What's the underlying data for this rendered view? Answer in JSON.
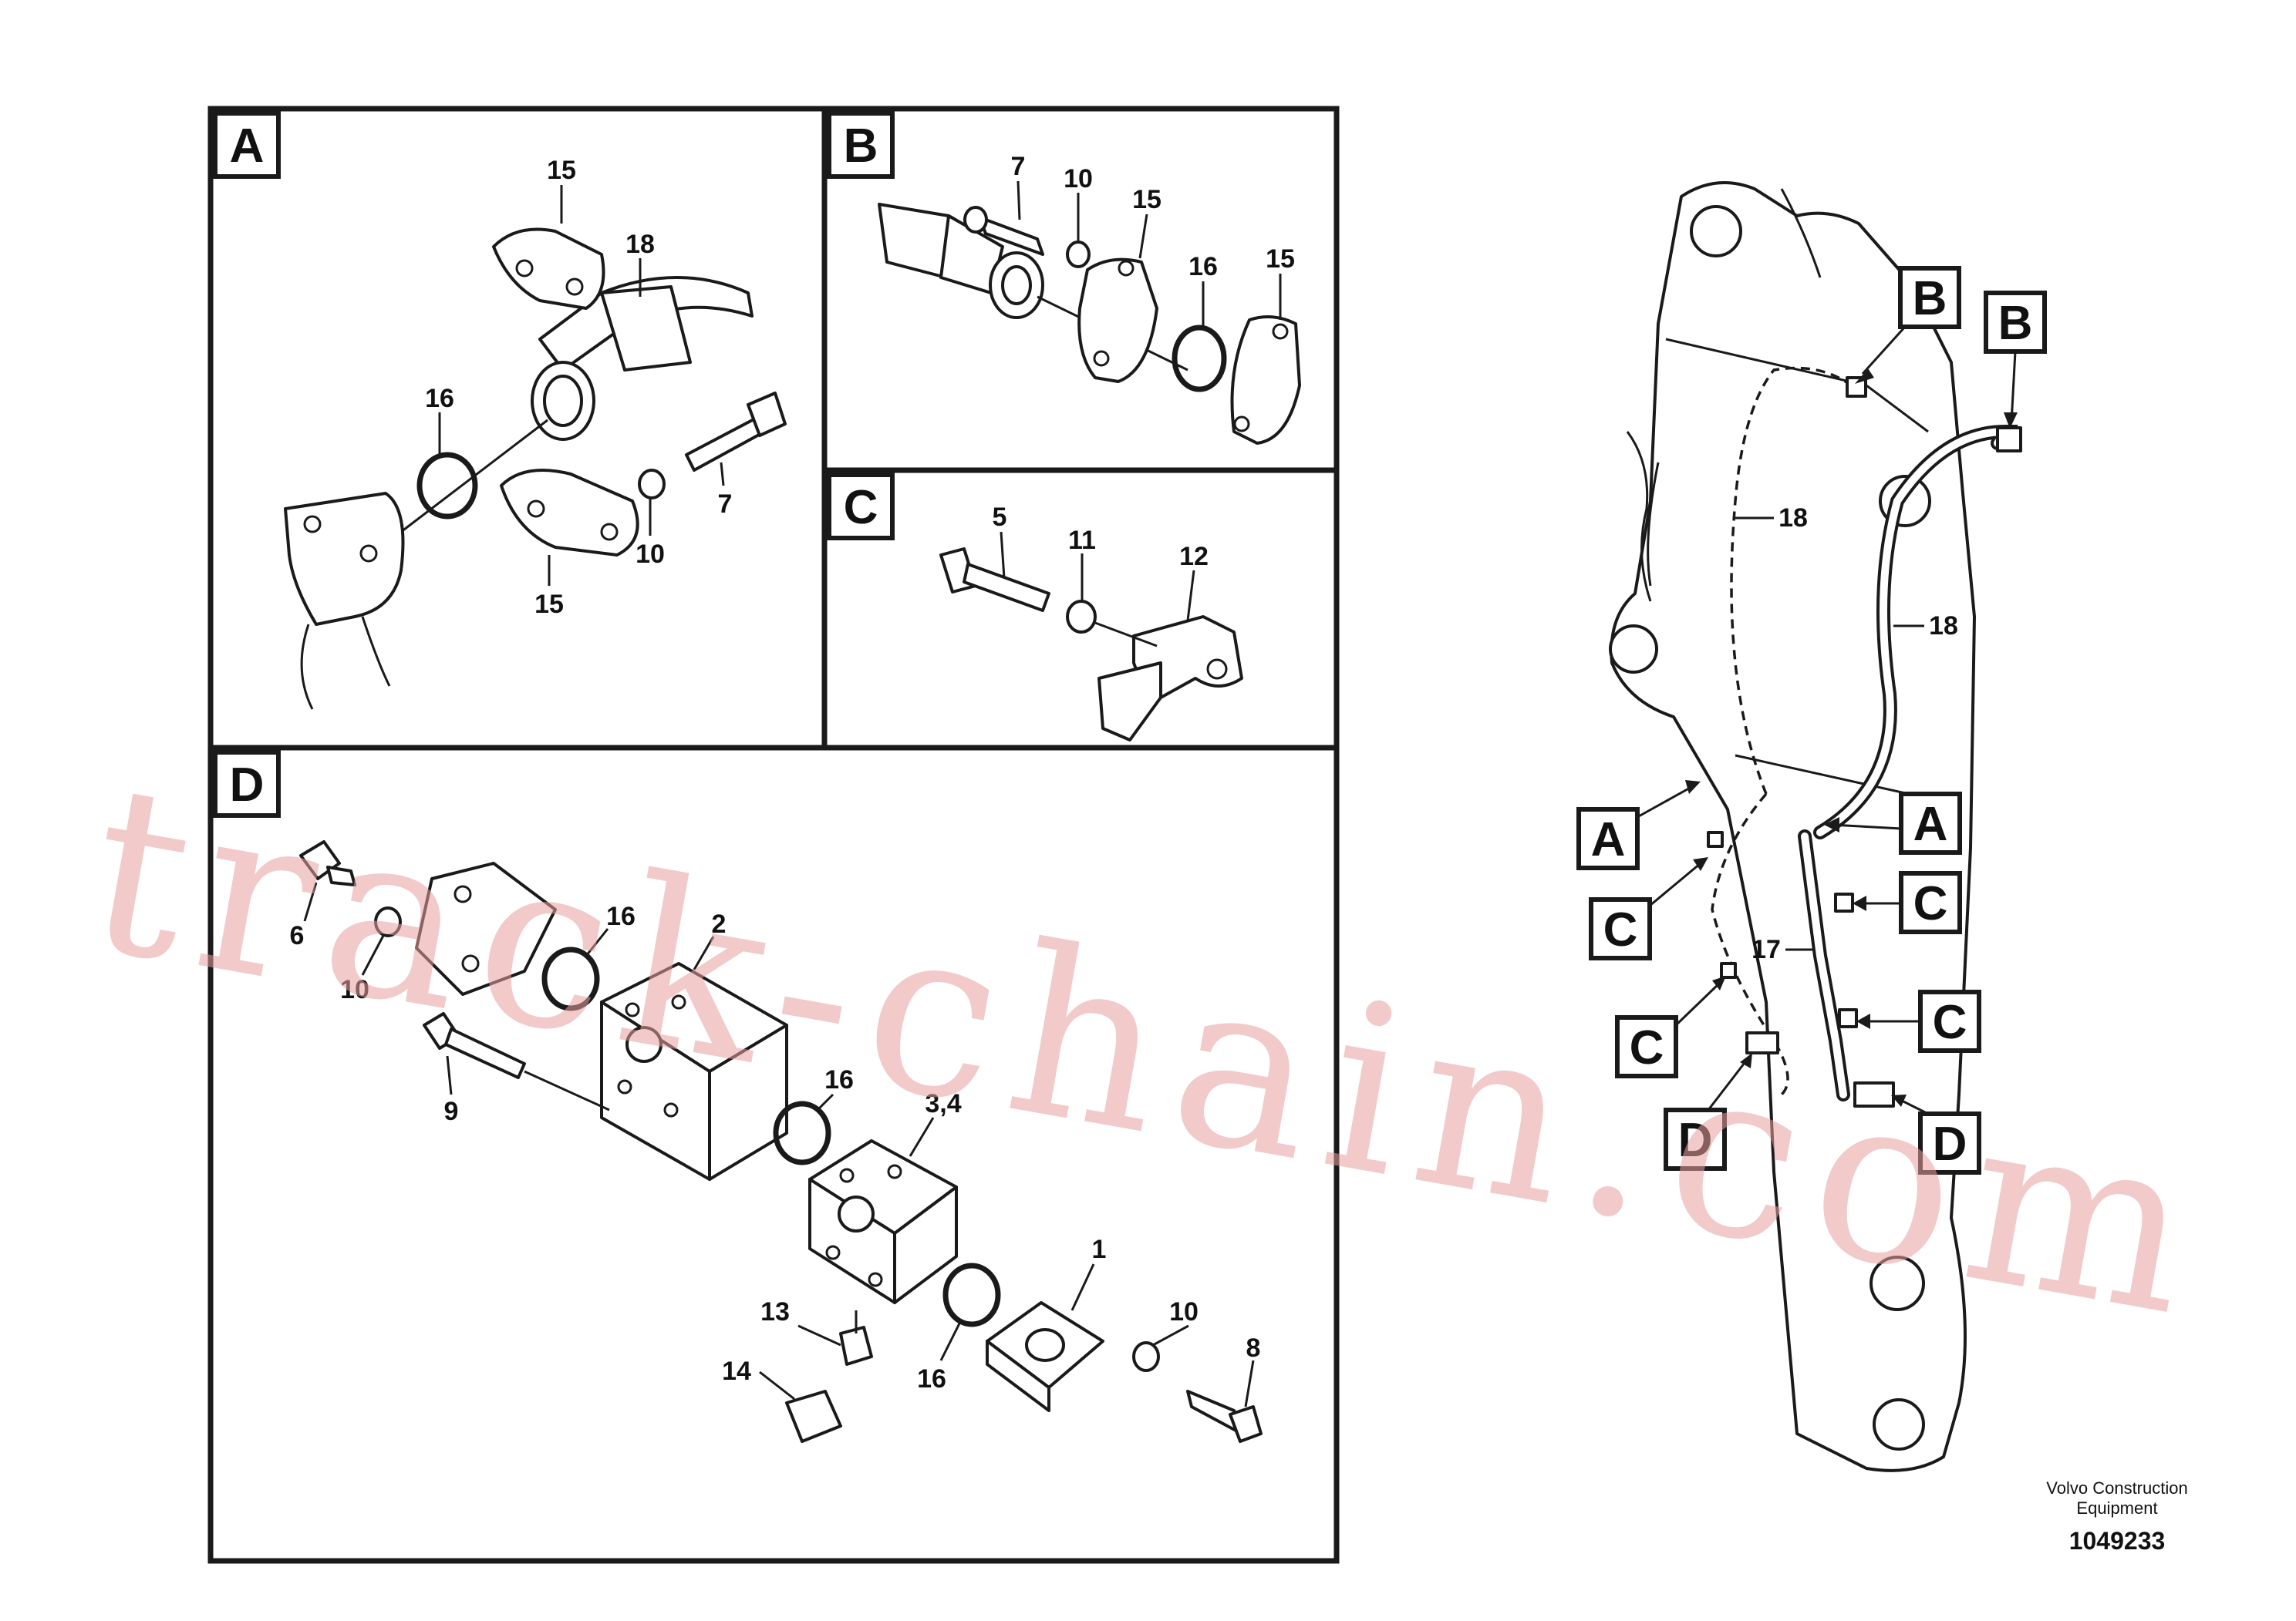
{
  "panels": {
    "A": {
      "letter": "A",
      "labels": {
        "n15_top": "15",
        "n18": "18",
        "n16": "16",
        "n7": "7",
        "n10": "10",
        "n15_bottom": "15"
      }
    },
    "B": {
      "letter": "B",
      "labels": {
        "n7": "7",
        "n10": "10",
        "n15_a": "15",
        "n16": "16",
        "n15_b": "15"
      }
    },
    "C": {
      "letter": "C",
      "labels": {
        "n5": "5",
        "n11": "11",
        "n12": "12"
      }
    },
    "D": {
      "letter": "D",
      "labels": {
        "n6": "6",
        "n16_a": "16",
        "n2": "2",
        "n10_a": "10",
        "n9": "9",
        "n16_b": "16",
        "n34": "3,4",
        "n1": "1",
        "n13": "13",
        "n10_b": "10",
        "n14": "14",
        "n16_c": "16",
        "n8": "8"
      }
    }
  },
  "overview": {
    "callouts": {
      "B_left": "B",
      "B_right": "B",
      "A_left": "A",
      "A_right": "A",
      "C_left1": "C",
      "C_right1": "C",
      "C_left2": "C",
      "C_right2": "C",
      "D_left": "D",
      "D_right": "D"
    },
    "labels": {
      "n18_left": "18",
      "n18_right": "18",
      "n17": "17"
    }
  },
  "footer": {
    "company": "Volvo Construction",
    "company_line2": "Equipment",
    "doc_number": "1049233"
  },
  "watermark": "track-chain.com"
}
